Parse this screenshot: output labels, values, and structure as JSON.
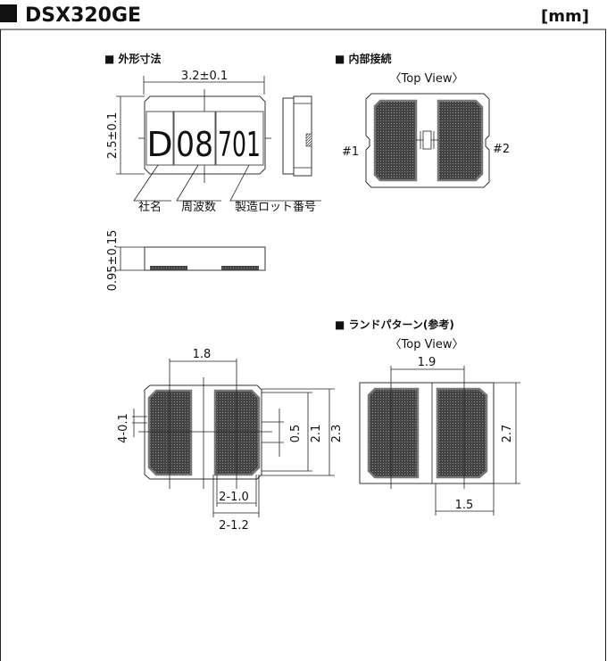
{
  "header": {
    "title": "DSX320GE",
    "unit": "[mm]"
  },
  "outline": {
    "section_title": "■ 外形寸法",
    "width_dim": "3.2±0.1",
    "height_dim": "2.5±0.1",
    "thickness_dim": "0.95±0.15",
    "marking": [
      "D",
      "08",
      "701"
    ],
    "callouts": [
      "社名",
      "周波数",
      "製造ロット番号"
    ],
    "pad_pitch": "1.8",
    "notch": "4-0.1",
    "center_gap": "0.5",
    "pad_height": "2.1",
    "body_height": "2.3",
    "pad_width_inner": "2-1.0",
    "pad_width_outer": "2-1.2"
  },
  "internal": {
    "section_title": "■ 内部接続",
    "view": "〈Top View〉",
    "pin1": "#1",
    "pin2": "#2"
  },
  "land": {
    "section_title": "■ ランドパターン(参考)",
    "view": "〈Top View〉",
    "pitch": "1.9",
    "height": "2.7",
    "width": "1.5"
  }
}
